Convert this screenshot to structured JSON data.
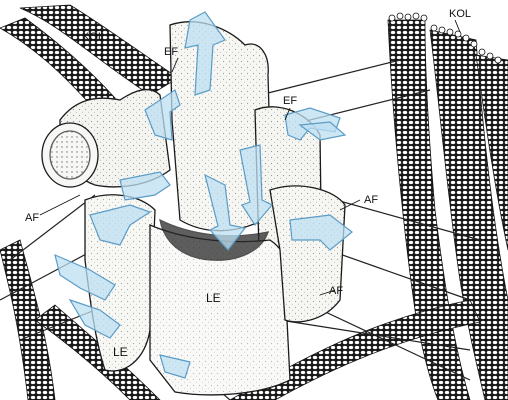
{
  "labels": {
    "kol_top_left": "KOL",
    "kol_top_right": "KOL",
    "ef_upper": "EF",
    "ef_right": "EF",
    "af_left": "AF",
    "af_right_upper": "AF",
    "af_right_lower": "AF",
    "le_center": "LE",
    "le_lower": "LE"
  },
  "colors": {
    "ink": "#1a1a1a",
    "arrow_fill": "#bcdff2",
    "arrow_stroke": "#5b9cc6",
    "fiber_bead": "#ffffff",
    "tissue_fill": "#f7f7f5"
  },
  "icons": {
    "flow_arrow": "blue-translucent-flow-arrow",
    "fiber": "beaded-collagen-fiber-bundle",
    "cross_section": "cut-fiber-cross-section"
  }
}
